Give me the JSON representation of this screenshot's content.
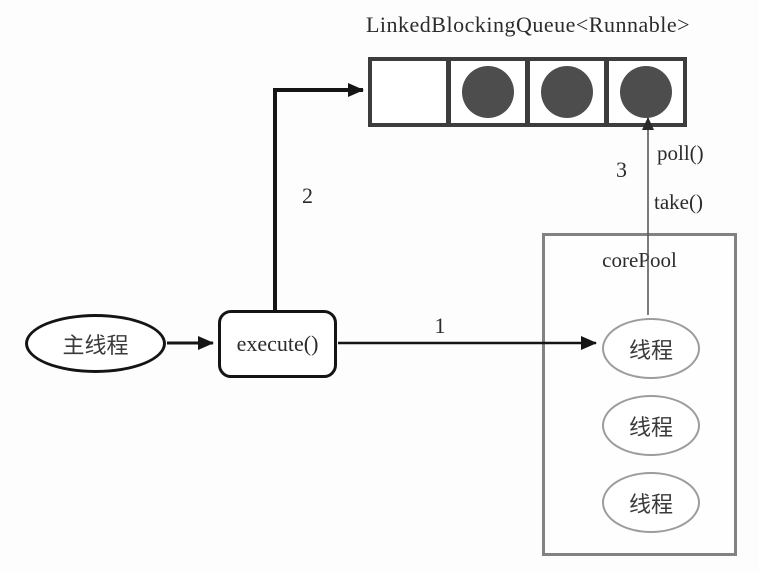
{
  "diagram": {
    "title": "LinkedBlockingQueue<Runnable>",
    "queue": {
      "cells": [
        {
          "filled": false
        },
        {
          "filled": true
        },
        {
          "filled": true
        },
        {
          "filled": true
        }
      ]
    },
    "main_thread": {
      "label": "主线程"
    },
    "execute": {
      "label": "execute()"
    },
    "core_pool": {
      "label": "corePool",
      "threads": [
        {
          "label": "线程"
        },
        {
          "label": "线程"
        },
        {
          "label": "线程"
        }
      ]
    },
    "arrows": {
      "step1": "1",
      "step2": "2",
      "step3": "3",
      "poll": "poll()",
      "take": "take()"
    },
    "colors": {
      "task_circle": "#4d4d4d",
      "queue_border": "#3d3d3d",
      "pool_border": "#828282",
      "thread_ellipse_border": "#9c9c9c",
      "arrow_black": "#151515",
      "arrow_thin": "#5a5a5a",
      "text_dark": "#222222"
    }
  }
}
